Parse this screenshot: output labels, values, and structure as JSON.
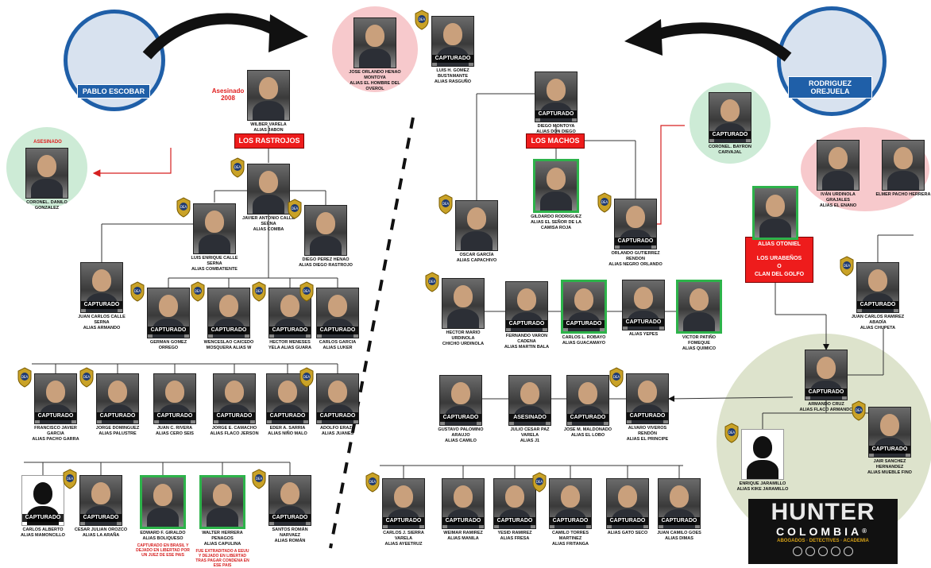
{
  "labels": {
    "pablo": "PABLO ESCOBAR",
    "rodriguez": "RODRIGUEZ OREJUELA",
    "rastrojos": "LOS RASTROJOS",
    "machos": "LOS MACHOS",
    "urabenos_1": "ALIAS OTONIEL",
    "urabenos_2": "LOS URABEÑOS",
    "urabenos_3": "O",
    "urabenos_4": "CLAN DEL GOLFO",
    "asesinado_2008": "Asesinado",
    "asesinado_2008_year": "2008",
    "asesinado_danilo": "ASESINADO"
  },
  "nodes": {
    "henao": {
      "name": "JOSE ORLANDO HENAO MONTOYA",
      "alias": "ALIAS EL HOMBRE DEL OVEROL",
      "status": ""
    },
    "gomez": {
      "name": "LUIS H. GOMEZ BUSTAMANTE",
      "alias": "ALIAS RASGUÑO",
      "status": "CAPTURADO"
    },
    "varela": {
      "name": "WILBER VARELA",
      "alias": "ALIAS JABON",
      "status": ""
    },
    "danilo": {
      "name": "CORONEL. DANILO",
      "alias": "GONZALEZ",
      "status": ""
    },
    "javier": {
      "name": "JAVIER ANTONIO CALLE SERNA",
      "alias": "ALIAS COMBA",
      "status": ""
    },
    "luis_calle": {
      "name": "LUIS ENRIQUE CALLE SERNA",
      "alias": "ALIAS COMBATIENTE",
      "status": ""
    },
    "diego_perez": {
      "name": "DIEGO PEREZ HENAO",
      "alias": "ALIAS DIEGO RASTROJO",
      "status": ""
    },
    "juan_calle": {
      "name": "JUAN CARLOS CALLE SERNA",
      "alias": "ALIAS ARMANDO",
      "status": "CAPTURADO"
    },
    "german": {
      "name": "GERMAN GOMEZ ORREGO",
      "alias": "",
      "status": "CAPTURADO"
    },
    "wenceslao": {
      "name": "WENCESLAO CAICEDO",
      "alias": "MOSQUERA ALIAS W",
      "status": "CAPTURADO"
    },
    "hector_m": {
      "name": "HECTOR MENESES",
      "alias": "YELA ALIAS GUARA",
      "status": "CAPTURADO"
    },
    "carlos_garcia": {
      "name": "CARLOS GARCIA",
      "alias": "ALIAS LUKER",
      "status": "CAPTURADO"
    },
    "francisco": {
      "name": "FRANCISCO JAVIER GARCIA",
      "alias": "ALIAS PACHO GARRA",
      "status": "CAPTURADO"
    },
    "jorge_d": {
      "name": "JORGE DOMINGUEZ",
      "alias": "ALIAS PALUSTRE",
      "status": "CAPTURADO"
    },
    "juan_rivera": {
      "name": "JUAN C. RIVERA",
      "alias": "ALIAS CERO SEIS",
      "status": "CAPTURADO"
    },
    "jorge_c": {
      "name": "JORGE E. CAMACHO",
      "alias": "ALIAS FLACO JERSON",
      "status": "CAPTURADO"
    },
    "eder": {
      "name": "EDER A. SARRIA",
      "alias": "ALIAS NIÑO MALO",
      "status": "CAPTURADO"
    },
    "adolfo": {
      "name": "ADOLFO ERAZO",
      "alias": "ALIAS JUANES",
      "status": "CAPTURADO"
    },
    "carlos_alberto": {
      "name": "CARLOS ALBERTO",
      "alias": "ALIAS MAMONCILLO",
      "status": "CAPTURADO"
    },
    "cesar": {
      "name": "CESAR JULIAN OROZCO",
      "alias": "ALIAS LA ARAÑA",
      "status": "CAPTURADO"
    },
    "edward": {
      "name": "EDWARD F. GIRALDO",
      "alias": "ALIAS BOLIQUESO",
      "status": "",
      "note": "CAPTURADO EN BRASIL Y DEJADO EN LIBERTAD POR UN JUEZ DE ESE PAIS"
    },
    "walter": {
      "name": "WALTER HERRERA PENAGOS",
      "alias": "ALIAS CAPULINA",
      "status": "",
      "note": "FUE EXTRADITADO A EEUU Y DEJADO EN LIBERTAD TRAS PAGAR CONDENA EN ESE PAIS"
    },
    "santos": {
      "name": "SANTOS ROMÁN NARVAEZ",
      "alias": "ALIAS ROMÁN",
      "status": "CAPTURADO"
    },
    "diego_montoya": {
      "name": "DIEGO MONTOYA",
      "alias": "ALIAS DON DIEGO",
      "status": "CAPTURADO"
    },
    "bayron": {
      "name": "CORONEL. BAYRON CARVAJAL",
      "alias": "",
      "status": "CAPTURADO"
    },
    "ivan": {
      "name": "IVÁN URDINOLA GRAJALES",
      "alias": "ALIAS EL ENANO",
      "status": ""
    },
    "elmer": {
      "name": "ELMER PACHO HERRERA",
      "alias": "",
      "status": ""
    },
    "oscar": {
      "name": "OSCAR GARCÍA",
      "alias": "ALIAS CAPACHIVO",
      "status": ""
    },
    "gildardo": {
      "name": "GILDARDO RODRIGUEZ",
      "alias": "ALIAS EL SEÑOR DE LA CAMISA ROJA",
      "status": ""
    },
    "orlando": {
      "name": "ORLANDO GUTIERREZ RENDON",
      "alias": "ALIAS NEGRO ORLANDO",
      "status": "CAPTURADO"
    },
    "otoniel": {
      "name": "",
      "alias": "",
      "status": ""
    },
    "hector_u": {
      "name": "HECTOR MARIO URDINOLA",
      "alias": "CHICHO URDINOLA",
      "status": ""
    },
    "fernando": {
      "name": "FERNANDO VARON CADENA",
      "alias": "ALIAS MARTIN BALA",
      "status": "CAPTURADO"
    },
    "carlos_robayo": {
      "name": "CARLOS L. ROBAYO",
      "alias": "ALIAS GUACAMAYO",
      "status": "CAPTURADO"
    },
    "yepes": {
      "name": "ALIAS YEPES",
      "alias": "",
      "status": "CAPTURADO"
    },
    "victor": {
      "name": "VICTOR PATIÑO FOMEQUE",
      "alias": "ALIAS QUIMICO",
      "status": ""
    },
    "juan_ramirez": {
      "name": "JUAN CARLOS RAMIREZ ABADÍA",
      "alias": "ALIAS CHUPETA",
      "status": "CAPTURADO"
    },
    "armando": {
      "name": "ARMANDO CRUZ",
      "alias": "ALIAS FLACO ARMANDO",
      "status": "CAPTURADO"
    },
    "gustavo": {
      "name": "GUSTAVO PALOMINO ARAUJO",
      "alias": "ALIAS CAMILO",
      "status": "CAPTURADO"
    },
    "julio": {
      "name": "JULIO CESAR PAZ VARELA",
      "alias": "ALIAS J1",
      "status": "ASESINADO"
    },
    "jose_m": {
      "name": "JOSE M. MALDONADO",
      "alias": "ALIAS EL LOBO",
      "status": "CAPTURADO"
    },
    "alvaro": {
      "name": "ALVARO VIVEROS RENDÓN",
      "alias": "ALIAS EL PRINCIPE",
      "status": "CAPTURADO"
    },
    "enrique": {
      "name": "ENRIQUE JARAMILLO",
      "alias": "ALIAS KIKE JARAMILLO",
      "status": ""
    },
    "jair": {
      "name": "JAIR SANCHEZ HERNANDEZ",
      "alias": "ALIAS MUEBLE FINO",
      "status": "CAPTURADO"
    },
    "carlos_sierra": {
      "name": "CARLOS J. SIERRA VARELA",
      "alias": "ALIAS AYEETRUZ",
      "status": "CAPTURADO"
    },
    "weimar": {
      "name": "WEIMAR RAMIREZ",
      "alias": "ALIAS MANILA",
      "status": "CAPTURADO"
    },
    "yesid": {
      "name": "YESID RAMIREZ",
      "alias": "ALIAS FRESA",
      "status": "CAPTURADO"
    },
    "camilo": {
      "name": "CAMILO TORRES MARTINEZ",
      "alias": "ALIAS FRITANGA",
      "status": "CAPTURADO"
    },
    "gato": {
      "name": "ALIAS GATO SECO",
      "alias": "",
      "status": "CAPTURADO"
    },
    "juan_goes": {
      "name": "JUAN CAMILO GOES",
      "alias": "ALIAS DIMAS",
      "status": "CAPTURADO"
    }
  },
  "logo": {
    "brand": "HUNTER",
    "country": "COLOMBIA",
    "registered": "®",
    "tagline": "ABOGADOS · DETECTIVES · ACADEMIA"
  },
  "colors": {
    "red_label": "#ee1c1c",
    "blue_label": "#1f5fa8",
    "green_circle": "#cdebd6",
    "pink_circle": "#f7c9cc",
    "olive_circle": "#dde3cc",
    "green_frame": "#2db34a"
  }
}
